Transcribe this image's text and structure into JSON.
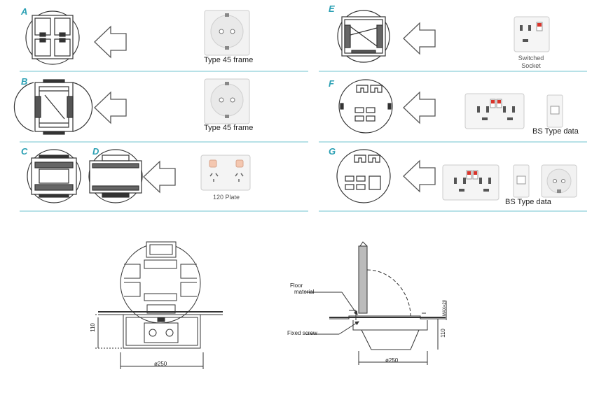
{
  "colors": {
    "accent": "#2a9fb3",
    "line": "#6fc3cf",
    "ink": "#333333",
    "plate": "#f2f2f2",
    "red": "#d9342b"
  },
  "sections": {
    "a": {
      "letter": "A",
      "product_label": "Type 45 frame"
    },
    "b": {
      "letter": "B",
      "product_label": "Type 45 frame"
    },
    "c": {
      "letter": "C"
    },
    "d": {
      "letter": "D",
      "product_label": "120 Plate"
    },
    "e": {
      "letter": "E",
      "product_label_line1": "Switched",
      "product_label_line2": "Socket"
    },
    "f": {
      "letter": "F",
      "product_label": "BS Type data"
    },
    "g": {
      "letter": "G",
      "product_label": "BS Type data"
    }
  },
  "drawings": {
    "front": {
      "dim_height": "110",
      "dim_width": "ø250"
    },
    "side": {
      "floor_label_line1": "Floor",
      "floor_label_line2": "material",
      "screw_label": "Fixed screw",
      "dim_height": "110",
      "dim_floor": "MAX=20",
      "dim_width": "ø250"
    }
  }
}
